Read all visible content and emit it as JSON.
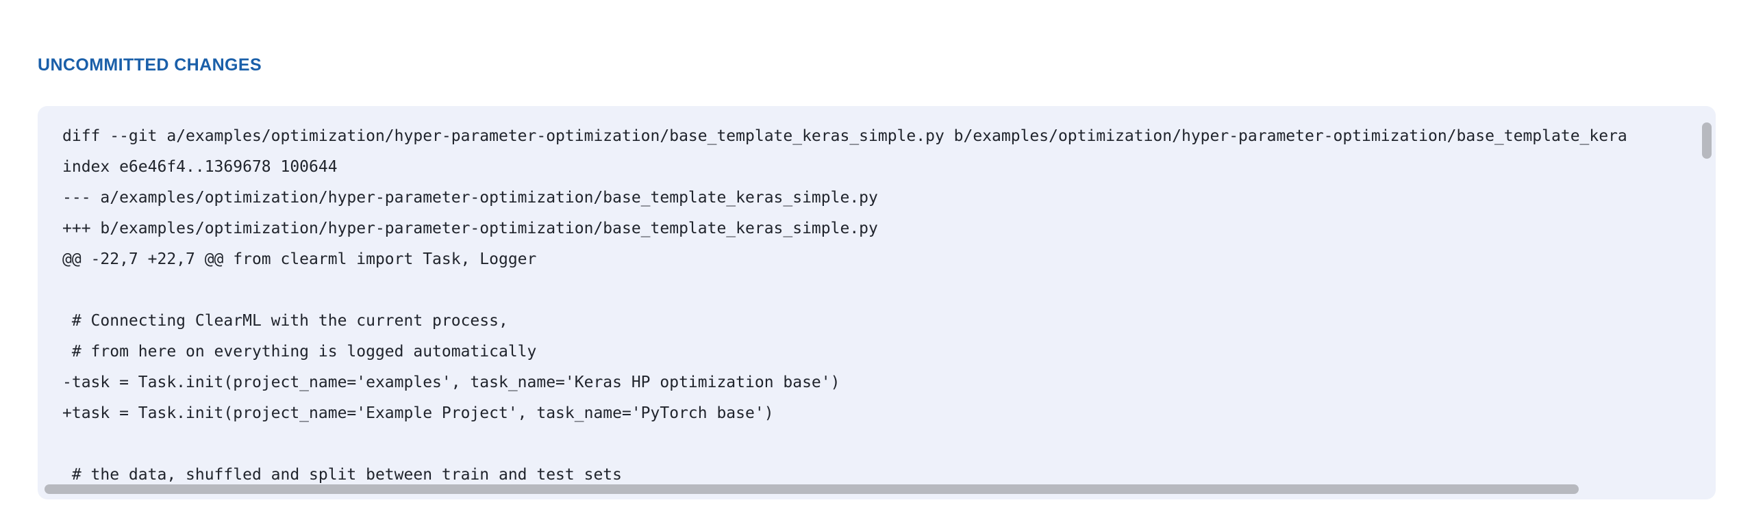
{
  "section": {
    "title": "UNCOMMITTED CHANGES",
    "title_color": "#1a5fa9"
  },
  "diff_panel": {
    "background_color": "#eef1fa",
    "text_color": "#20242c",
    "scrollbar_thumb_color": "#b7b9bf",
    "lines": [
      "diff --git a/examples/optimization/hyper-parameter-optimization/base_template_keras_simple.py b/examples/optimization/hyper-parameter-optimization/base_template_kera",
      "index e6e46f4..1369678 100644",
      "--- a/examples/optimization/hyper-parameter-optimization/base_template_keras_simple.py",
      "+++ b/examples/optimization/hyper-parameter-optimization/base_template_keras_simple.py",
      "@@ -22,7 +22,7 @@ from clearml import Task, Logger",
      "",
      " # Connecting ClearML with the current process,",
      " # from here on everything is logged automatically",
      "-task = Task.init(project_name='examples', task_name='Keras HP optimization base')",
      "+task = Task.init(project_name='Example Project', task_name='PyTorch base')",
      "",
      " # the data, shuffled and split between train and test sets"
    ]
  }
}
